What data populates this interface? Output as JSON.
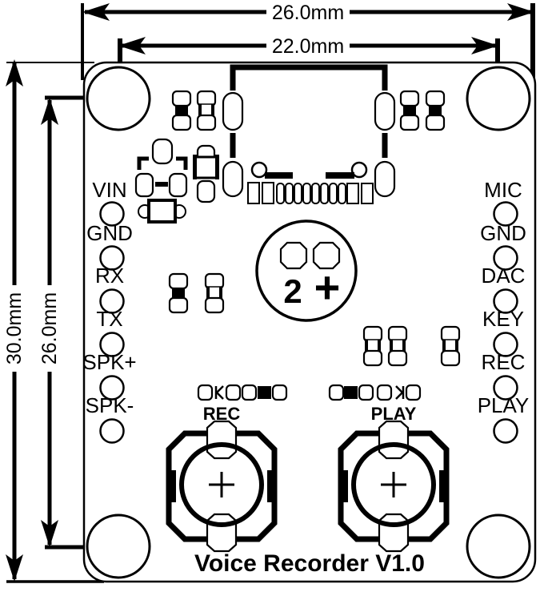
{
  "diagram": {
    "title": "Voice Recorder V1.0"
  },
  "dimensions": {
    "width_outer": "26.0mm",
    "width_inner": "22.0mm",
    "height_outer": "30.0mm",
    "height_inner": "26.0mm"
  },
  "pins": {
    "left": [
      "VIN",
      "GND",
      "RX",
      "TX",
      "SPK+",
      "SPK-"
    ],
    "right": [
      "MIC",
      "GND",
      "DAC",
      "KEY",
      "REC",
      "PLAY"
    ]
  },
  "buttons": {
    "rec": "REC",
    "play": "PLAY"
  },
  "battery": {
    "cell": "2",
    "polarity": "+"
  },
  "colors": {
    "ink": "#000000",
    "paper": "#ffffff"
  }
}
